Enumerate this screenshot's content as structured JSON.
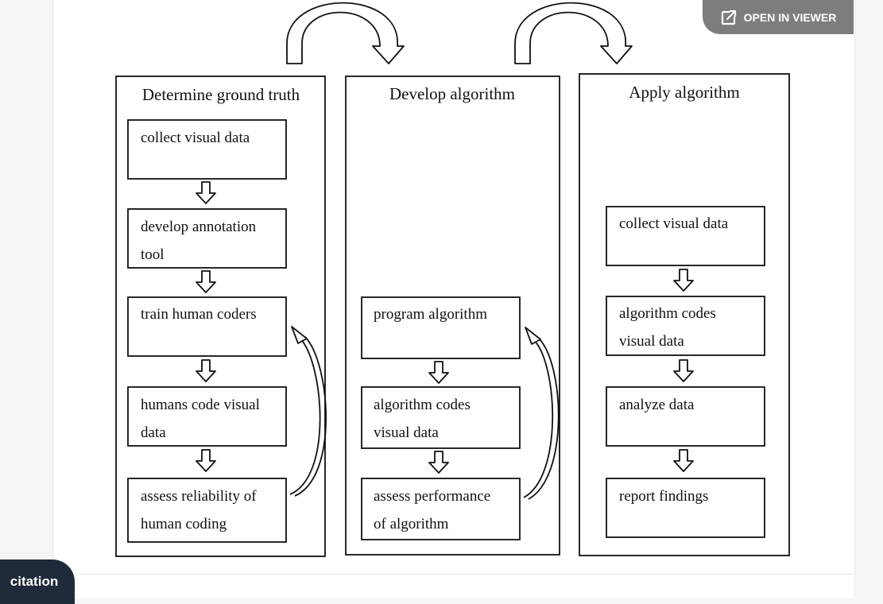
{
  "toolbar": {
    "open_viewer_label": "OPEN IN VIEWER",
    "open_viewer_icon": "external-link-icon"
  },
  "citation_label": "citation",
  "columns": [
    {
      "title": "Determine ground truth",
      "boxes": [
        [
          "collect visual data"
        ],
        [
          "develop annotation",
          "tool"
        ],
        [
          "train human coders"
        ],
        [
          "humans code visual",
          "data"
        ],
        [
          "assess reliability of",
          "human coding"
        ]
      ]
    },
    {
      "title": "Develop algorithm",
      "boxes": [
        [
          "program algorithm"
        ],
        [
          "algorithm codes",
          "visual data"
        ],
        [
          "assess performance",
          "of algorithm"
        ]
      ]
    },
    {
      "title": "Apply algorithm",
      "boxes": [
        [
          "collect visual data"
        ],
        [
          "algorithm codes",
          "visual data"
        ],
        [
          "analyze data"
        ],
        [
          "report findings"
        ]
      ]
    }
  ]
}
